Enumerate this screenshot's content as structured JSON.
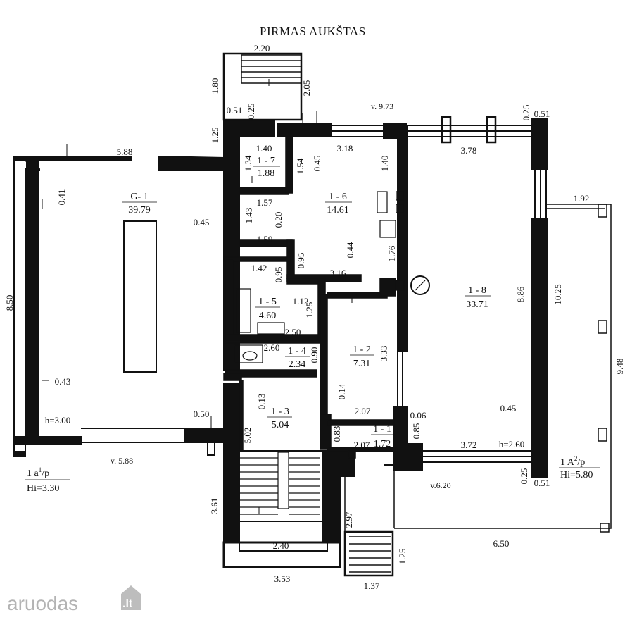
{
  "title": "PIRMAS AUKŠTAS",
  "rooms": [
    {
      "id": "G- 1",
      "area": "39.79"
    },
    {
      "id": "1 - 7",
      "area": "1.88"
    },
    {
      "id": "1 - 6",
      "area": "14.61"
    },
    {
      "id": "1 - 5",
      "area": "4.60"
    },
    {
      "id": "1 - 4",
      "area": "2.34"
    },
    {
      "id": "1 - 2",
      "area": "7.31"
    },
    {
      "id": "1 - 3",
      "area": "5.04"
    },
    {
      "id": "1 - 1",
      "area": "1.72"
    },
    {
      "id": "1 - 8",
      "area": "33.71"
    }
  ],
  "dimensions": [
    "2.20",
    "1.80",
    "2.05",
    "0.51",
    "0.25",
    "1.25",
    "1.40",
    "1.34",
    "1.54",
    "0.45",
    "3.18",
    "1.40",
    "3.78",
    "0.25",
    "0.51",
    "5.88",
    "0.41",
    "1.57",
    "1.43",
    "0.20",
    "0.45",
    "1.59",
    "0.95",
    "0.44",
    "1.76",
    "1.92",
    "1.42",
    "0.95",
    "3.16",
    "8.86",
    "10.25",
    "1.12",
    "1.25",
    "2.50",
    "2.60",
    "0.90",
    "3.33",
    "8.50",
    "9.48",
    "0.43",
    "0.13",
    "0.14",
    "2.07",
    "0.06",
    "0.45",
    "3.00",
    "0.50",
    "0.83",
    "2.07",
    "0.85",
    "3.72",
    "2.60",
    "5.02",
    "0.25",
    "0.51",
    "3.61",
    "2.97",
    "2.40",
    "6.50",
    "1.25",
    "3.53",
    "1.37"
  ],
  "heights": {
    "g1": "h=3.00",
    "r18": "h=2.60"
  },
  "levels": {
    "top": "v. 9.73",
    "left": "v. 5.88",
    "bottom": "v.6.20"
  },
  "labels": {
    "a1_main": "1  a",
    "a1_sup": "1",
    "a1_tail": "/p",
    "a1_hi": "Hi=3.30",
    "a2_main": "1 A",
    "a2_sup": "2",
    "a2_tail": "/p",
    "a2_hi": "Hi=5.80"
  },
  "watermark": {
    "brand": "aruodas",
    "tld": ".lt"
  }
}
